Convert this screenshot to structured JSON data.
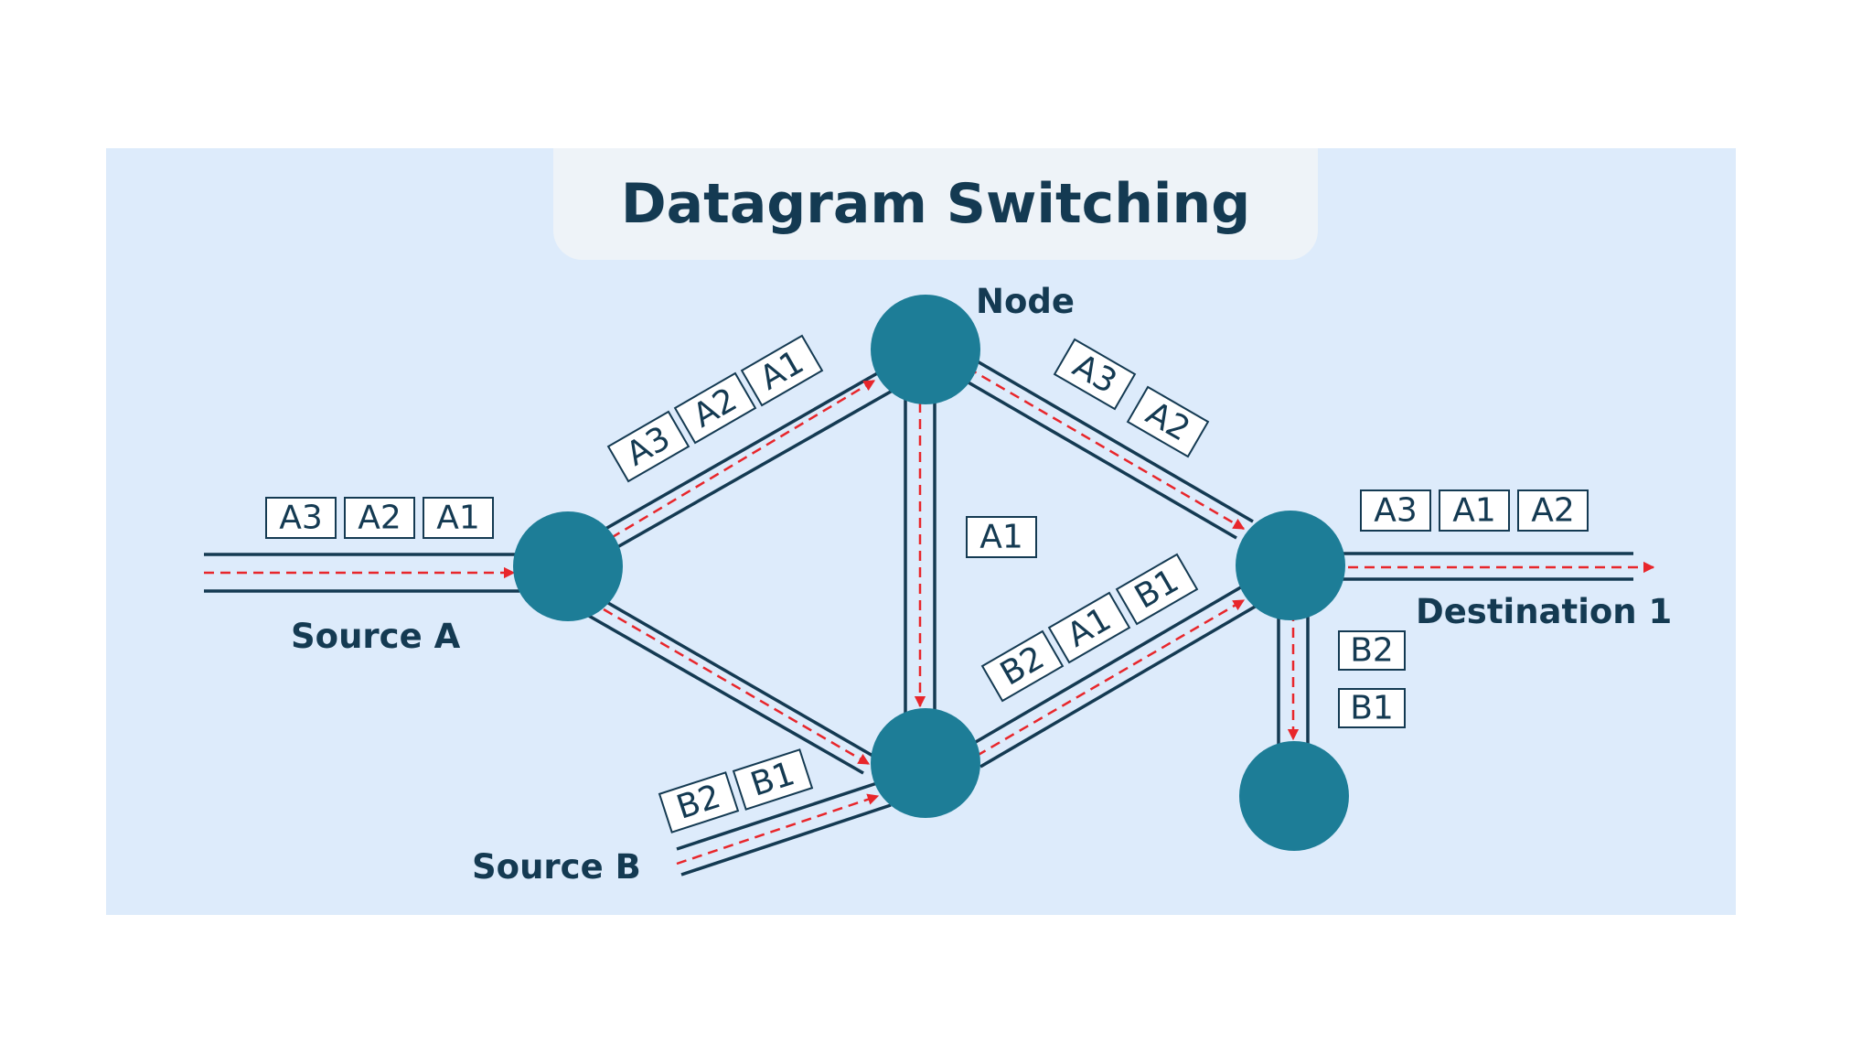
{
  "title": "Datagram Switching",
  "labels": {
    "node": "Node",
    "source_a": "Source A",
    "source_b": "Source B",
    "destination_1": "Destination 1"
  },
  "packets": {
    "source_a_queue": [
      "A3",
      "A2",
      "A1"
    ],
    "upper_left_link": [
      "A3",
      "A2",
      "A1"
    ],
    "upper_right_link": [
      "A3",
      "A2"
    ],
    "center_vertical_link": [
      "A1"
    ],
    "lower_right_link": [
      "B2",
      "A1",
      "B1"
    ],
    "source_b_queue": [
      "B2",
      "B1"
    ],
    "destination_queue": [
      "A3",
      "A1",
      "A2"
    ],
    "down_link": [
      "B2",
      "B1"
    ]
  },
  "colors": {
    "node": "#1d7d97",
    "link": "#143a52",
    "flow_arrow": "#e8262b",
    "panel": "#ddebfb"
  }
}
